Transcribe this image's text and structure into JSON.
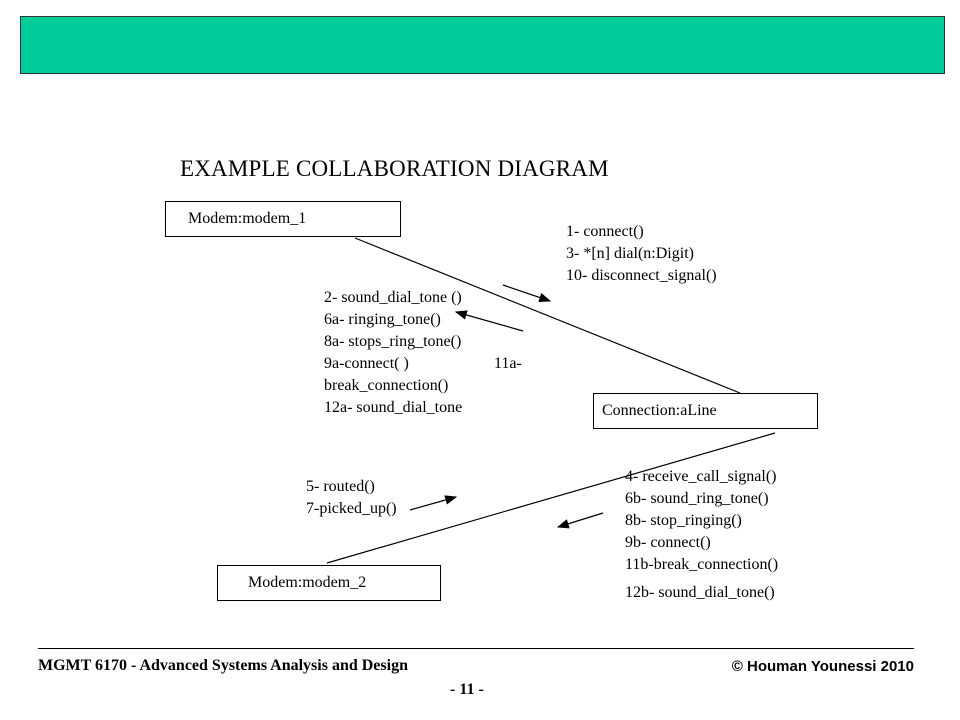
{
  "title": "EXAMPLE COLLABORATION DIAGRAM",
  "colors": {
    "banner": "#00cc99"
  },
  "objects": {
    "modem1": "Modem:modem_1",
    "connection": "Connection:aLine",
    "modem2": "Modem:modem_2"
  },
  "messages": {
    "to_connection": [
      "1- connect()",
      "3- *[n] dial(n:Digit)",
      "10- disconnect_signal()"
    ],
    "to_modem1": [
      "2-  sound_dial_tone ()",
      "6a- ringing_tone()",
      "8a- stops_ring_tone()",
      "9a-connect( )",
      "11a-",
      "break_connection()",
      "12a- sound_dial_tone"
    ],
    "from_modem2": [
      "5- routed()",
      "7-picked_up()"
    ],
    "to_modem2": [
      "4- receive_call_signal()",
      "6b- sound_ring_tone()",
      "8b- stop_ringing()",
      "9b- connect()",
      "11b-break_connection()",
      "12b- sound_dial_tone()"
    ]
  },
  "footer": {
    "course": "MGMT 6170 - Advanced Systems Analysis and Design",
    "copyright": "© Houman Younessi 2010",
    "page": "- 11 -"
  }
}
